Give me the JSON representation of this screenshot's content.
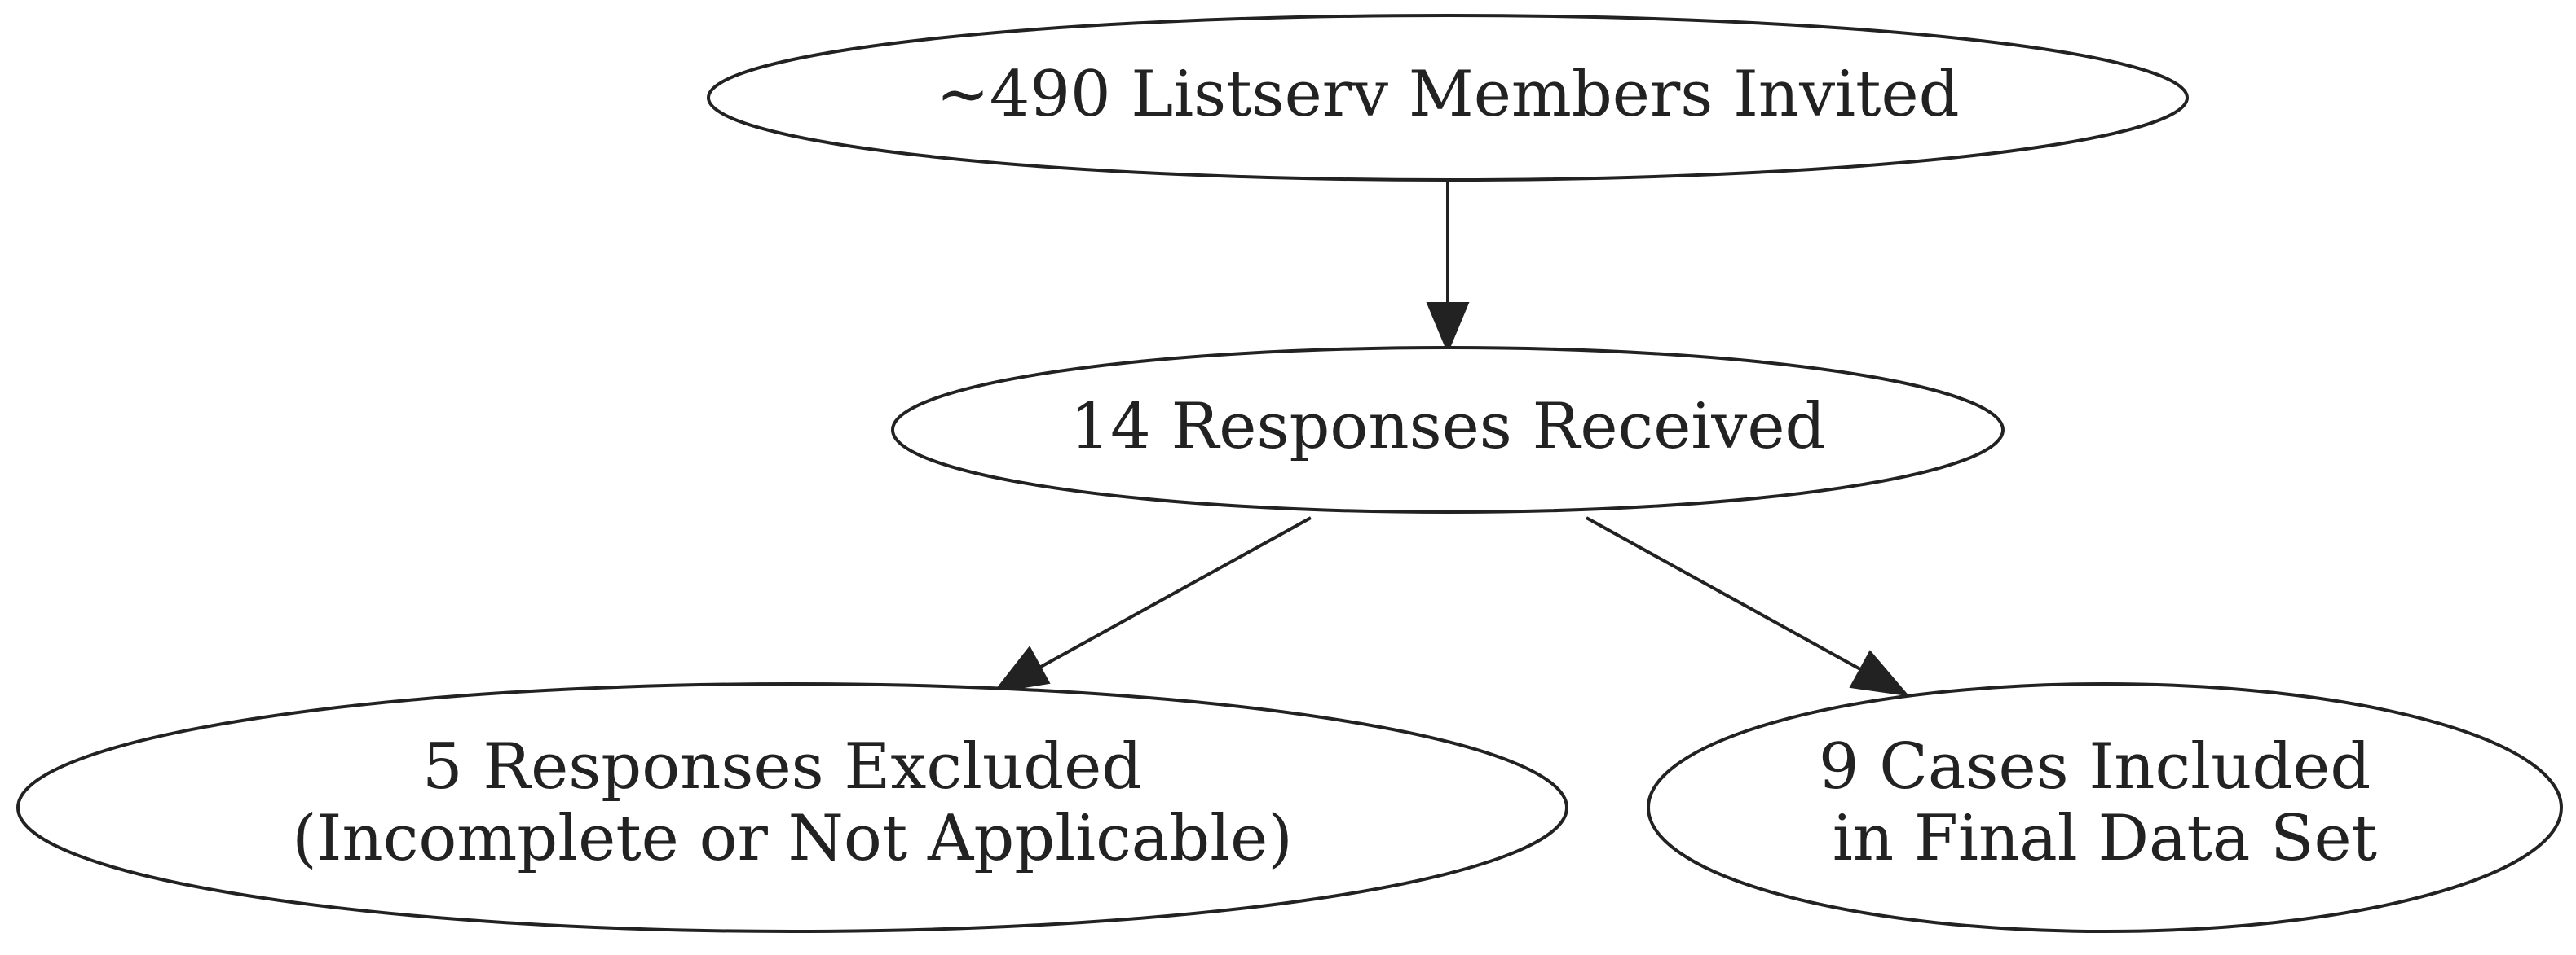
{
  "diagram": {
    "nodes": {
      "invited": {
        "lines": [
          "~490 Listserv Members Invited"
        ]
      },
      "received": {
        "lines": [
          "14 Responses Received"
        ]
      },
      "excluded": {
        "lines": [
          "5 Responses Excluded",
          "(Incomplete or Not Applicable)"
        ]
      },
      "included": {
        "lines": [
          "9 Cases Included",
          "in Final Data Set"
        ]
      }
    },
    "edges": [
      {
        "from": "invited",
        "to": "received"
      },
      {
        "from": "received",
        "to": "excluded"
      },
      {
        "from": "received",
        "to": "included"
      }
    ],
    "colors": {
      "stroke": "#222222",
      "fill": "#ffffff",
      "text": "#222222"
    }
  }
}
